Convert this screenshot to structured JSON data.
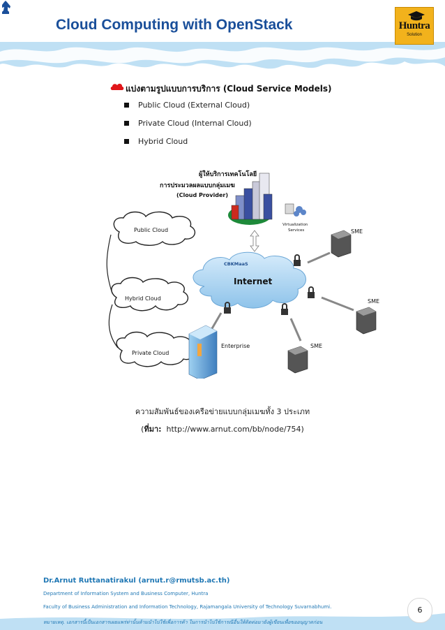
{
  "header": {
    "title": "Cloud Computing with OpenStack",
    "logo_text": "Huntra",
    "logo_sub": "Solution",
    "colors": {
      "title": "#1a4f9a",
      "sky": "#bfe0f4",
      "logo": "#f2b21c"
    }
  },
  "section": {
    "title": "แบ่งตามรูปแบบการบริการ (Cloud Service Models)",
    "items": [
      "Public Cloud (External Cloud)",
      "Private Cloud (Internal Cloud)",
      "Hybrid Cloud"
    ]
  },
  "diagram": {
    "provider_line1": "ผู้ให้บริการเทคโนโลยี",
    "provider_line2": "การประมวลผลแบบกลุ่มเมฆ",
    "provider_line3": "(Cloud Provider)",
    "virtualization_line1": "Virtualization",
    "virtualization_line2": "Services",
    "public_cloud": "Public Cloud",
    "hybrid_cloud": "Hybrid Cloud",
    "private_cloud": "Private Cloud",
    "internet": "Internet",
    "cbk": "CBKMaaS",
    "enterprise": "Enterprise",
    "sme": "SME"
  },
  "caption": {
    "line1": "ความสัมพันธ์ของเครือข่ายแบบกลุ่มเมฆทั้ง 3 ประเภท",
    "source_label": "ที่มา:",
    "source_url": "http://www.arnut.com/bb/node/754"
  },
  "footer": {
    "author": "Dr.Arnut Ruttanatirakul (arnut.r@rmutsb.ac.th)",
    "dept": "Department of Information System and Business Computer, Huntra",
    "faculty": "Faculty of Business Administration and Information Technology, Rajamangala University of Technology Suvarnabhumi.",
    "note": "หมายเหตุ. เอกสารนี้เป็นเอกสารเผยแพร่ท่านั้นห้ามนำไปใช้เพื่อการค้า ในการนำไปใช้การณีอื่นให้ติดต่อมายังผู้เขียนเพื่อขออนุญาตก่อน",
    "page": "6"
  }
}
